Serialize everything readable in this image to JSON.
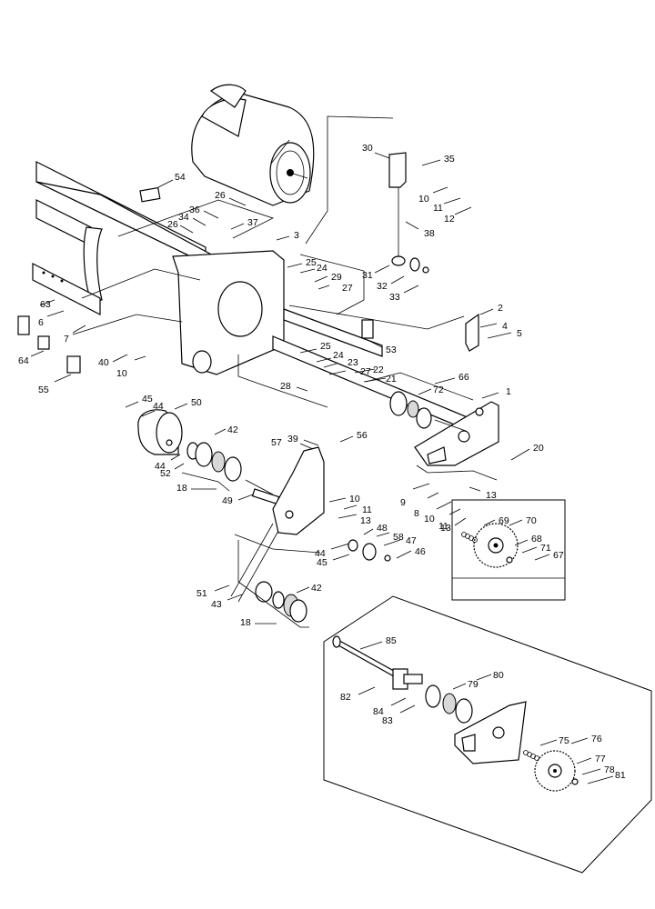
{
  "diagram": {
    "callouts": [
      {
        "label": "1"
      },
      {
        "label": "2"
      },
      {
        "label": "3"
      },
      {
        "label": "4"
      },
      {
        "label": "5"
      },
      {
        "label": "6"
      },
      {
        "label": "7"
      },
      {
        "label": "8"
      },
      {
        "label": "9"
      },
      {
        "label": "10"
      },
      {
        "label": "10"
      },
      {
        "label": "10"
      },
      {
        "label": "10"
      },
      {
        "label": "11"
      },
      {
        "label": "11"
      },
      {
        "label": "11"
      },
      {
        "label": "12"
      },
      {
        "label": "13"
      },
      {
        "label": "13"
      },
      {
        "label": "13"
      },
      {
        "label": "18"
      },
      {
        "label": "18"
      },
      {
        "label": "20"
      },
      {
        "label": "21"
      },
      {
        "label": "22"
      },
      {
        "label": "23"
      },
      {
        "label": "24"
      },
      {
        "label": "24"
      },
      {
        "label": "25"
      },
      {
        "label": "25"
      },
      {
        "label": "26"
      },
      {
        "label": "26"
      },
      {
        "label": "27"
      },
      {
        "label": "27"
      },
      {
        "label": "28"
      },
      {
        "label": "29"
      },
      {
        "label": "30"
      },
      {
        "label": "31"
      },
      {
        "label": "32"
      },
      {
        "label": "33"
      },
      {
        "label": "34"
      },
      {
        "label": "35"
      },
      {
        "label": "36"
      },
      {
        "label": "37"
      },
      {
        "label": "38"
      },
      {
        "label": "39"
      },
      {
        "label": "40"
      },
      {
        "label": "42"
      },
      {
        "label": "42"
      },
      {
        "label": "43"
      },
      {
        "label": "44"
      },
      {
        "label": "44"
      },
      {
        "label": "44"
      },
      {
        "label": "45"
      },
      {
        "label": "45"
      },
      {
        "label": "46"
      },
      {
        "label": "47"
      },
      {
        "label": "48"
      },
      {
        "label": "49"
      },
      {
        "label": "50"
      },
      {
        "label": "51"
      },
      {
        "label": "52"
      },
      {
        "label": "53"
      },
      {
        "label": "54"
      },
      {
        "label": "55"
      },
      {
        "label": "56"
      },
      {
        "label": "57"
      },
      {
        "label": "58"
      },
      {
        "label": "63"
      },
      {
        "label": "64"
      },
      {
        "label": "66"
      },
      {
        "label": "67"
      },
      {
        "label": "68"
      },
      {
        "label": "69"
      },
      {
        "label": "70"
      },
      {
        "label": "71"
      },
      {
        "label": "72"
      },
      {
        "label": "75"
      },
      {
        "label": "76"
      },
      {
        "label": "77"
      },
      {
        "label": "78"
      },
      {
        "label": "79"
      },
      {
        "label": "80"
      },
      {
        "label": "81"
      },
      {
        "label": "82"
      },
      {
        "label": "83"
      },
      {
        "label": "84"
      },
      {
        "label": "85"
      }
    ]
  }
}
